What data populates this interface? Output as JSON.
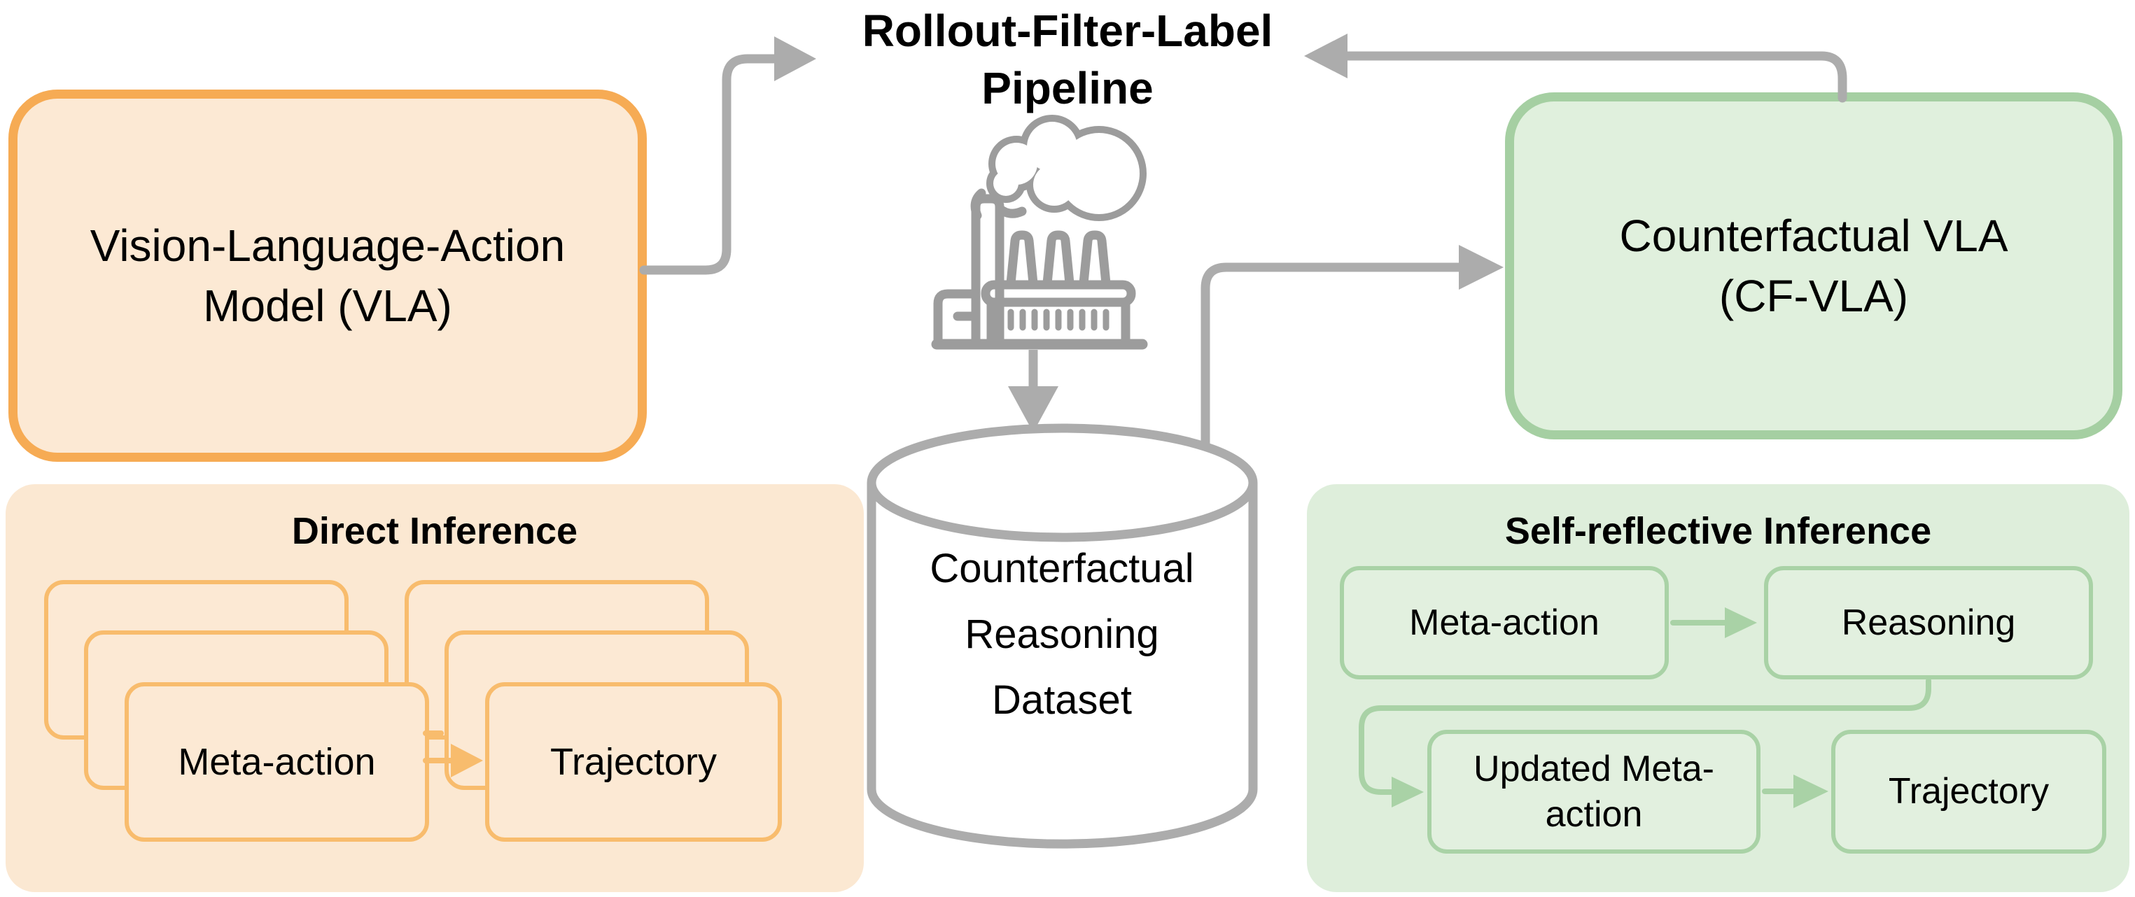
{
  "pipeline": {
    "title_line1": "Rollout-Filter-Label",
    "title_line2": "Pipeline"
  },
  "vla_box": {
    "line1": "Vision-Language-Action",
    "line2": "Model (VLA)"
  },
  "cfvla_box": {
    "line1": "Counterfactual VLA",
    "line2": "(CF-VLA)"
  },
  "dataset_cylinder": {
    "line1": "Counterfactual",
    "line2": "Reasoning",
    "line3": "Dataset"
  },
  "direct_inference_panel": {
    "title": "Direct Inference",
    "meta_action_card": "Meta-action",
    "trajectory_card": "Trajectory"
  },
  "self_reflective_panel": {
    "title": "Self-reflective Inference",
    "meta_action_box": "Meta-action",
    "reasoning_box": "Reasoning",
    "updated_meta_action_box": "Updated Meta-action",
    "trajectory_box": "Trajectory"
  },
  "icons": {
    "factory": "factory-icon",
    "database": "database-cylinder-icon",
    "arrows": "gray-flow-arrows"
  },
  "colors": {
    "orange_border": "#F6AB54",
    "orange_card_border": "#F8BC6D",
    "orange_fill": "#FCE9D4",
    "orange_panel_fill": "#FBE8D2",
    "green_border": "#A5CFA2",
    "green_card_border": "#A9D2A6",
    "green_fill": "#E0F0DD",
    "green_panel_fill": "#DEEEDB",
    "gray_arrow": "#ACACAC",
    "gray_icon": "#9C9C9C",
    "text": "#000000",
    "background": "#FFFFFF"
  }
}
